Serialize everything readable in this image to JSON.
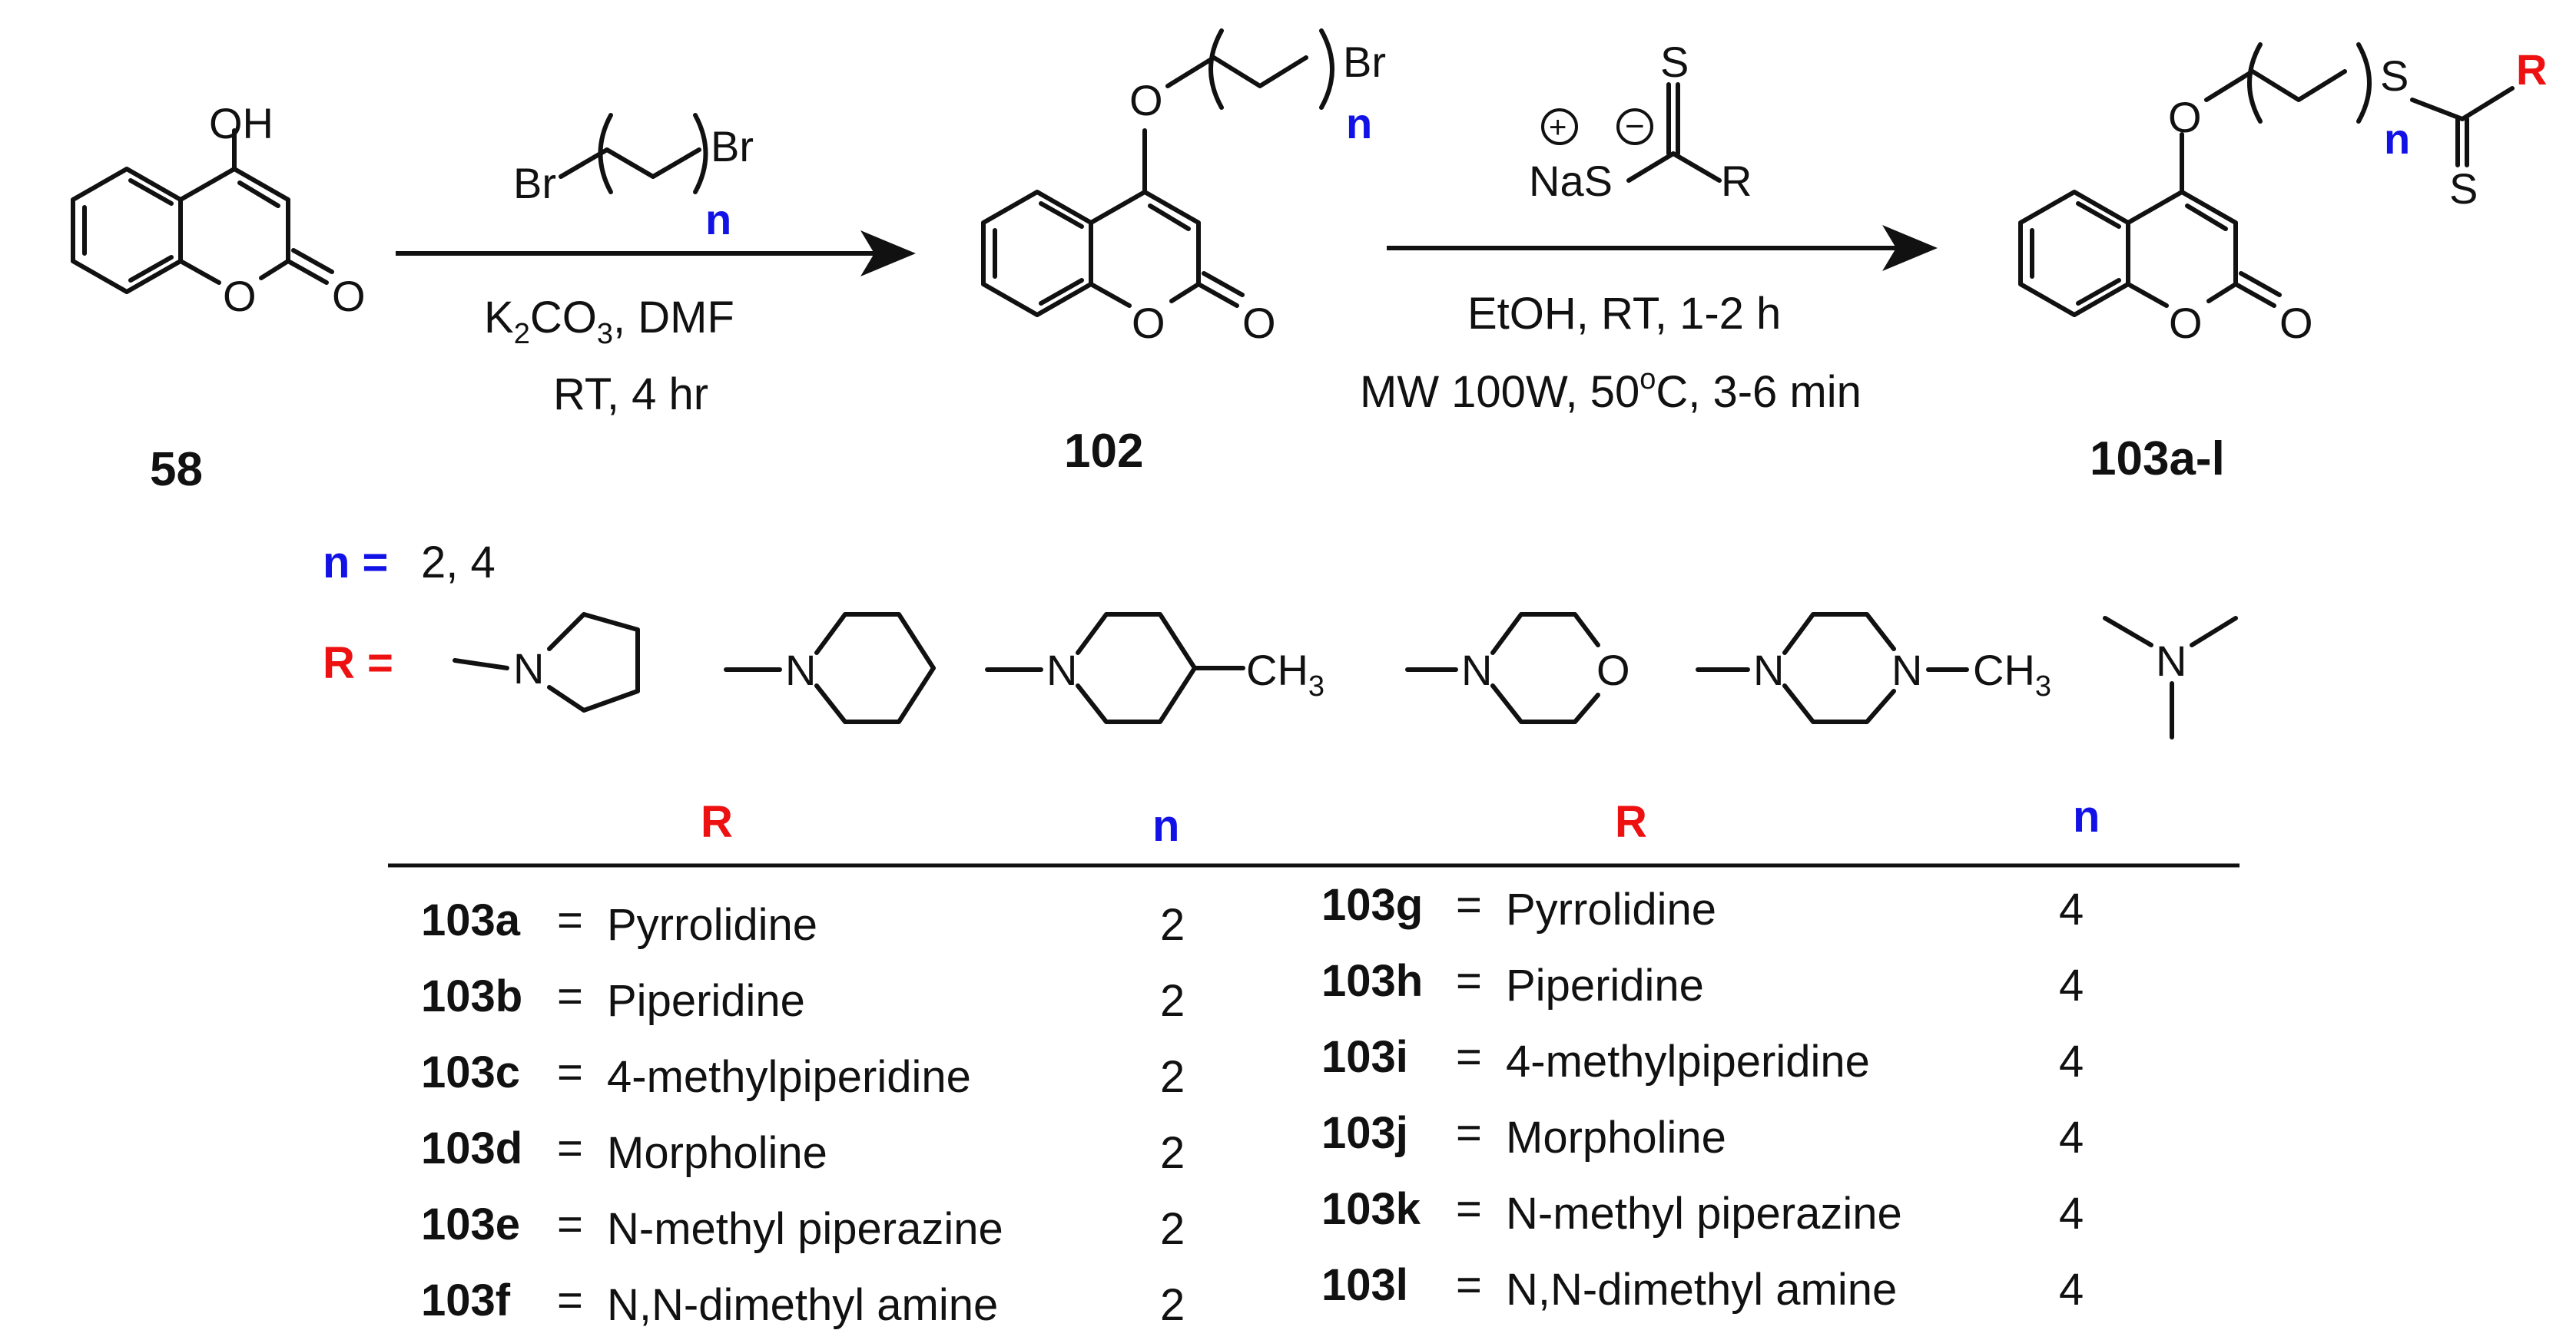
{
  "structures": {
    "s58": {
      "label": "58",
      "oh": "OH",
      "o_ring": "O",
      "o_carbonyl": "O"
    },
    "reagent1": {
      "br_left": "Br",
      "br_right": "Br",
      "n": "n"
    },
    "s102": {
      "label": "102",
      "o_ether": "O",
      "br": "Br",
      "n": "n",
      "o_ring": "O",
      "o_carbonyl": "O"
    },
    "reagent2": {
      "s_top": "S",
      "plus": "+",
      "minus": "−",
      "nas": "NaS",
      "r": "R"
    },
    "s103": {
      "label": "103a-l",
      "o_ether": "O",
      "s_link": "S",
      "n": "n",
      "r": "R",
      "s_bottom": "S",
      "o_ring": "O",
      "o_carbonyl": "O"
    }
  },
  "conditions": {
    "step1_line1_a": "K",
    "step1_line1_sub2": "2",
    "step1_line1_b": "CO",
    "step1_line1_sub3": "3",
    "step1_line1_c": ", DMF",
    "step1_line2": "RT,  4 hr",
    "step2_line1": "EtOH, RT,  1-2 h",
    "step2_line2_a": "MW 100W, 50",
    "step2_line2_sup": "o",
    "step2_line2_b": "C, 3-6 min"
  },
  "definitions": {
    "n_symbol": "n =",
    "n_values": "2, 4",
    "r_symbol": "R ="
  },
  "substituents": {
    "pyrrolidine_n": "N",
    "piperidine_n": "N",
    "methylpiperidine_n": "N",
    "methylpiperidine_ch": "CH",
    "methylpiperidine_sub": "3",
    "morpholine_n": "N",
    "morpholine_o": "O",
    "piperazine_n1": "N",
    "piperazine_n2": "N",
    "piperazine_ch": "CH",
    "piperazine_sub": "3",
    "dimethylamine_n": "N"
  },
  "table": {
    "left_header_r": "R",
    "left_header_n": "n",
    "right_header_r": "R",
    "right_header_n": "n",
    "left_rows": [
      {
        "id": "103a",
        "eq": "=",
        "name": "Pyrrolidine",
        "n": "2"
      },
      {
        "id": "103b",
        "eq": "=",
        "name": "Piperidine",
        "n": "2"
      },
      {
        "id": "103c",
        "eq": "=",
        "name": "4-methylpiperidine",
        "n": "2"
      },
      {
        "id": "103d",
        "eq": "=",
        "name": "Morpholine",
        "n": "2"
      },
      {
        "id": "103e",
        "eq": "=",
        "name": "N-methyl piperazine",
        "n": "2"
      },
      {
        "id": "103f",
        "eq": "=",
        "name": "N,N-dimethyl amine",
        "n": "2"
      }
    ],
    "right_rows": [
      {
        "id": "103g",
        "eq": "=",
        "name": "Pyrrolidine",
        "n": "4"
      },
      {
        "id": "103h",
        "eq": "=",
        "name": "Piperidine",
        "n": "4"
      },
      {
        "id": "103i",
        "eq": "=",
        "name": "4-methylpiperidine",
        "n": "4"
      },
      {
        "id": "103j",
        "eq": "=",
        "name": "Morpholine",
        "n": "4"
      },
      {
        "id": "103k",
        "eq": "=",
        "name": "N-methyl piperazine",
        "n": "4"
      },
      {
        "id": "103l",
        "eq": "=",
        "name": "N,N-dimethyl amine",
        "n": "4"
      }
    ]
  },
  "colors": {
    "blue": "#1212e6",
    "red": "#ee1111",
    "ink": "#111111"
  }
}
